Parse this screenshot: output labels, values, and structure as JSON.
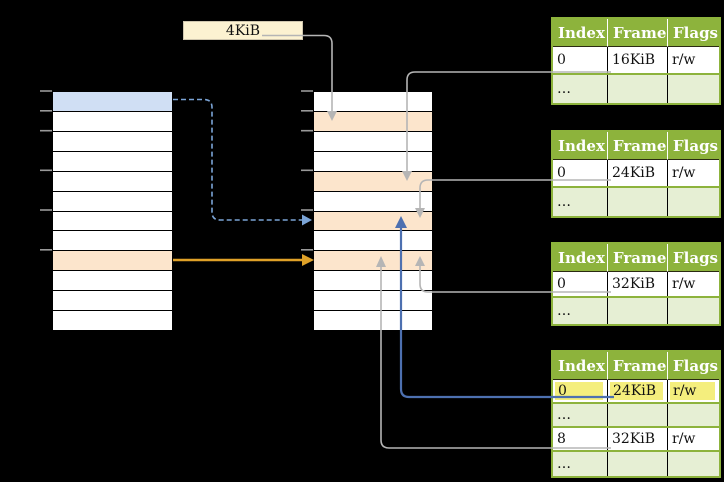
{
  "page_size_box": {
    "label": "4KiB"
  },
  "virtual_memory_table": {
    "row_count": 12,
    "blue_rows": [
      0
    ],
    "orange_rows": [
      8
    ],
    "tick_boundaries": [
      0,
      1,
      2,
      4,
      6,
      8
    ]
  },
  "page_table_column": {
    "row_count": 12,
    "orange_rows": [
      1,
      4,
      6,
      8
    ],
    "tick_boundaries": [
      0,
      1,
      2,
      4,
      6,
      8
    ]
  },
  "frame_tables": [
    {
      "columns": [
        "Index",
        "Frame",
        "Flags"
      ],
      "rows": [
        {
          "cells": [
            "0",
            "16KiB",
            "r/w"
          ],
          "shaded": false,
          "highlight": false
        },
        {
          "cells": [
            "…",
            "",
            ""
          ],
          "shaded": true,
          "highlight": false
        }
      ]
    },
    {
      "columns": [
        "Index",
        "Frame",
        "Flags"
      ],
      "rows": [
        {
          "cells": [
            "0",
            "24KiB",
            "r/w"
          ],
          "shaded": false,
          "highlight": false
        },
        {
          "cells": [
            "…",
            "",
            ""
          ],
          "shaded": true,
          "highlight": false
        }
      ]
    },
    {
      "columns": [
        "Index",
        "Frame",
        "Flags"
      ],
      "rows": [
        {
          "cells": [
            "0",
            "32KiB",
            "r/w"
          ],
          "shaded": false,
          "highlight": false
        },
        {
          "cells": [
            "…",
            "",
            ""
          ],
          "shaded": true,
          "highlight": false
        }
      ]
    },
    {
      "columns": [
        "Index",
        "Frame",
        "Flags"
      ],
      "rows": [
        {
          "cells": [
            "0",
            "24KiB",
            "r/w"
          ],
          "shaded": false,
          "highlight": true
        },
        {
          "cells": [
            "…",
            "",
            ""
          ],
          "shaded": true,
          "highlight": false
        },
        {
          "cells": [
            "8",
            "32KiB",
            "r/w"
          ],
          "shaded": false,
          "highlight": false
        },
        {
          "cells": [
            "…",
            "",
            ""
          ],
          "shaded": true,
          "highlight": false
        }
      ]
    }
  ],
  "colors": {
    "background": "#000000",
    "header_green": "#8db33c",
    "shaded_row_green": "#e6efd4",
    "orange_row": "#fce5cc",
    "blue_row": "#d0dff4",
    "yellow_highlight": "#f4ee7d",
    "cream_box": "#fcf2d1",
    "gray_connector": "#b5b5b5",
    "blue_dashed_arrow": "#7ba4d6",
    "dark_blue_arrow": "#4d70b0",
    "orange_arrow": "#dfa128",
    "tick_gray": "#999999"
  }
}
